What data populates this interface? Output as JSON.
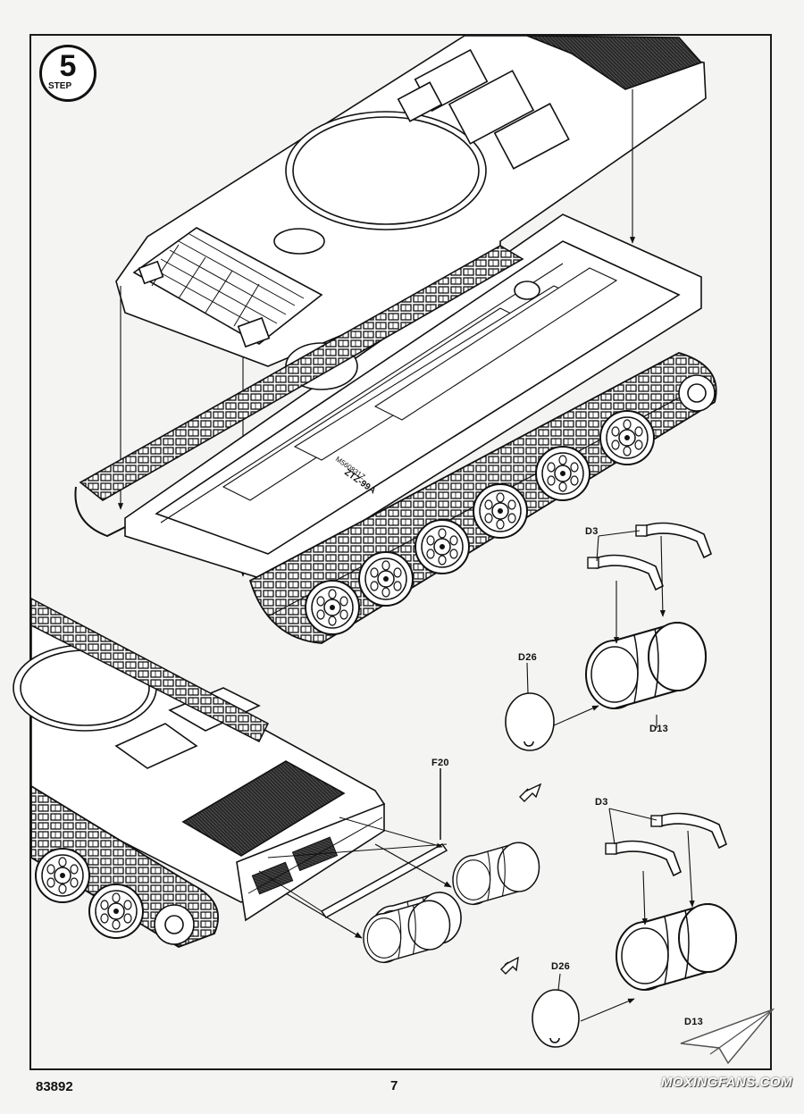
{
  "step": {
    "number": "5",
    "word": "STEP"
  },
  "hull_marking": "ZTZ-99A",
  "hull_marking_sub": "M560831Z",
  "part_labels": {
    "d3_top": "D3",
    "d26_top": "D26",
    "d13": "D13",
    "f20": "F20",
    "d3_bottom": "D3",
    "d26_bottom": "D26",
    "d13_bottom": "D13"
  },
  "footer": {
    "code": "83892",
    "page": "7",
    "watermark": "MOXINGFANS.COM"
  },
  "colors": {
    "ink": "#111111",
    "paper": "#f4f4f2",
    "grille": "#2a2a2a"
  }
}
